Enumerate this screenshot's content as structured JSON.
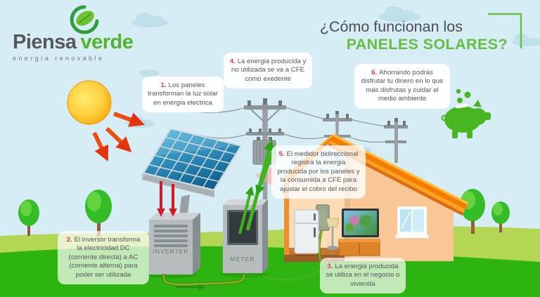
{
  "logo": {
    "brand_primary": "Piensa",
    "brand_secondary": "verde",
    "tagline": "energía renovable"
  },
  "title": {
    "line1": "¿Cómo funcionan los",
    "line2": "PANELES SOLARES?"
  },
  "equipment": {
    "inverter_label": "INVERTER",
    "meter_label": "METER"
  },
  "steps": [
    {
      "number": "1.",
      "text": "Los paneles transforman la luz solar en energia electrica"
    },
    {
      "number": "2.",
      "text": "El inversor transforma la electricidad DC (corriente directa) a AC (corriente alterna) para poder ser utilizada"
    },
    {
      "number": "3.",
      "text": "La energia producida se utiliza en el negocio o vivienda"
    },
    {
      "number": "4.",
      "text": "La energia producida y no utilizada se va a CFE como exedente"
    },
    {
      "number": "5.",
      "text": "El medidor bidireccional registra la energia producida por los paneles y la consumida a CFE para ajustar el cobro del recibo"
    },
    {
      "number": "6.",
      "text": "Ahorrando podrás disfrutar tu dinero en lo que más disfrutas y cuidar el medio ambiente"
    }
  ],
  "icons": {
    "logo_leaf": "leaf-icon",
    "sun": "sun-icon",
    "solar_panel": "solar-panel-icon",
    "inverter": "inverter-icon",
    "meter": "meter-icon",
    "utility_pole": "utility-pole-icon",
    "house": "house-icon",
    "piggy_bank": "piggy-bank-icon",
    "tree": "tree-icon",
    "cloud": "cloud-icon",
    "energy_arrow": "energy-arrow-icon"
  },
  "colors": {
    "brand_green": "#54b32c",
    "title_green": "#66bd45",
    "heading_gray": "#4c4d4f",
    "step_number_red": "#e23744",
    "sky_blue": "#d6edf5",
    "grass_green": "#2db410",
    "hill_green": "#b3d754",
    "roof_orange": "#f6910c",
    "panel_blue": "#1d7fb0",
    "arrow_red": "#e3340f",
    "energy_green": "#3db31c"
  }
}
